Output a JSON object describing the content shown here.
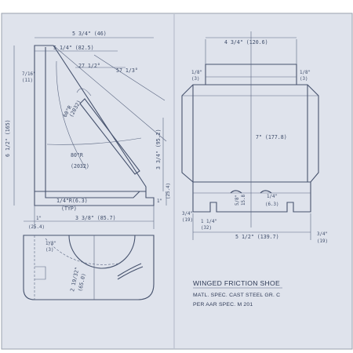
{
  "colors": {
    "paper": "#dfe3ec",
    "ink": "#47536e",
    "border": "#9aa1ae"
  },
  "left_view": {
    "top_width": "5 3/4\" (46)",
    "upper_width": "5 1/4\" (82.5)",
    "angle_top": "27 1/2°",
    "angle_right": "57 1/3°",
    "left_offset": "7/16\"",
    "left_offset_mm": "(11)",
    "overall_height": "6 1/2\" (165)",
    "radius_upper": "60\"R",
    "radius_upper_mm": "(2032)",
    "radius_lower": "80\"R",
    "radius_lower_mm": "(2032)",
    "right_height": "3 3/4\" (95.2)",
    "base_height": "1\"",
    "base_height_mm": "(25.4)",
    "corner_radius": "1/4\"R(6.3)",
    "corner_radius_note": "(TYP)",
    "bottom_left": "1\"",
    "bottom_left_mm": "(25.4)",
    "bottom_width": "3 3/8\" (85.7)"
  },
  "right_view": {
    "top_width": "4 3/4\" (120.6)",
    "lug_left": "1/8\"",
    "lug_left_mm": "(3)",
    "lug_right": "1/8\"",
    "lug_right_mm": "(3)",
    "inner_height": "7\" (177.8)",
    "slot_depth": "5/8\"",
    "slot_depth_mm": "15.8",
    "slot_width": "1/4\"",
    "slot_width_mm": "(6.3)",
    "edge_left": "3/4\"",
    "edge_left_mm": "(19)",
    "step_left": "1 1/4\"",
    "step_left_mm": "(32)",
    "bottom_width": "5 1/2\" (139.7)",
    "edge_right": "3/4\"",
    "edge_right_mm": "(19)"
  },
  "bottom_view": {
    "lug": "1/8\"",
    "lug_mm": "(3)",
    "radius": "2 19/32\"",
    "radius_mm": "(65.0)"
  },
  "title_block": {
    "title": "WINGED FRICTION SHOE",
    "material": "MATL. SPEC. CAST STEEL GR. C",
    "spec": "PER AAR SPEC. M 201"
  }
}
